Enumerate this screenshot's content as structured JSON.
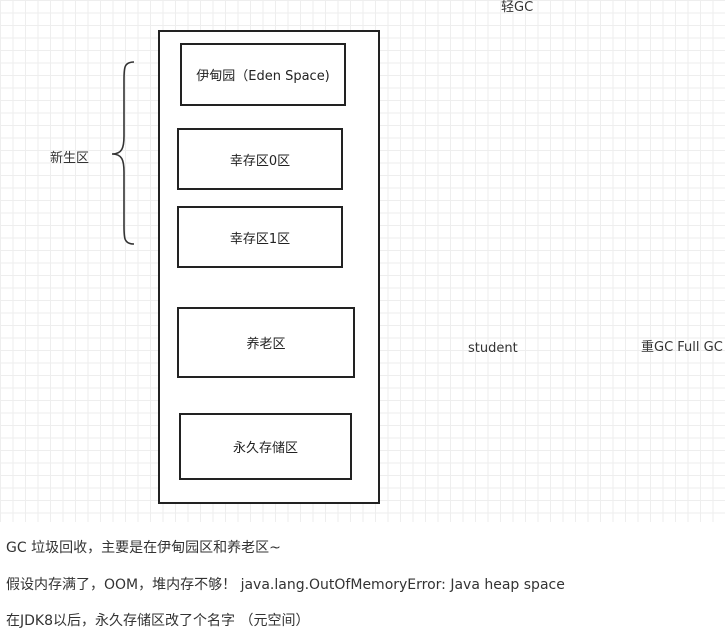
{
  "diagram": {
    "heap_regions": [
      {
        "id": "eden",
        "label": "伊甸园（Eden Space)"
      },
      {
        "id": "survivor0",
        "label": "幸存区0区"
      },
      {
        "id": "survivor1",
        "label": "幸存区1区"
      },
      {
        "id": "old",
        "label": "养老区"
      },
      {
        "id": "permanent",
        "label": "永久存储区"
      }
    ],
    "young_gen_label": "新生区",
    "minor_gc_label": "轻GC",
    "student_label": "student",
    "full_gc_label": "重GC  Full GC"
  },
  "notes": [
    "GC 垃圾回收，主要是在伊甸园区和养老区~",
    "假设内存满了，OOM，堆内存不够！ java.lang.OutOfMemoryError: Java heap space",
    "在JDK8以后，永久存储区改了个名字 （元空间）"
  ]
}
